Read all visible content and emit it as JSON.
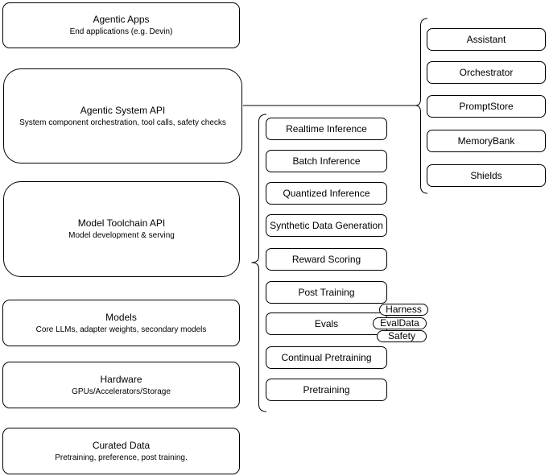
{
  "diagram": {
    "stack": [
      {
        "title": "Agentic Apps",
        "subtitle": "End applications (e.g. Devin)"
      },
      {
        "title": "Agentic System API",
        "subtitle": "System component orchestration, tool calls, safety checks"
      },
      {
        "title": "Model Toolchain API",
        "subtitle": "Model development & serving"
      },
      {
        "title": "Models",
        "subtitle": "Core LLMs, adapter weights, secondary models"
      },
      {
        "title": "Hardware",
        "subtitle": "GPUs/Accelerators/Storage"
      },
      {
        "title": "Curated Data",
        "subtitle": "Pretraining, preference, post training."
      }
    ],
    "toolchain": {
      "items": [
        "Realtime Inference",
        "Batch Inference",
        "Quantized Inference",
        "Synthetic Data Generation",
        "Reward Scoring",
        "Post Training",
        "Evals",
        "Continual Pretraining",
        "Pretraining"
      ]
    },
    "eval_tags": [
      "Harness",
      "EvalData",
      "Safety"
    ],
    "system_components": {
      "items": [
        "Assistant",
        "Orchestrator",
        "PromptStore",
        "MemoryBank",
        "Shields"
      ]
    },
    "colors": {
      "stroke": "#000000",
      "fill": "#ffffff",
      "text": "#000000"
    }
  }
}
